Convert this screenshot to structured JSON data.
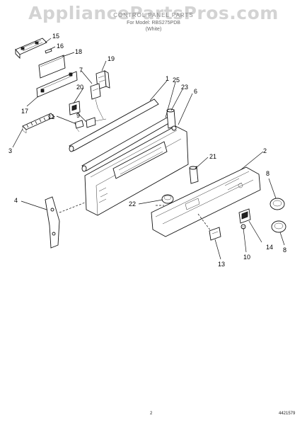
{
  "header": {
    "watermark": "AppliancePartsPros.com",
    "title": "CONTROL PANEL PARTS",
    "subtitle": "For Model: RBS275PDB",
    "variant": "(White)"
  },
  "callouts": [
    {
      "id": "c15",
      "label": "15"
    },
    {
      "id": "c16",
      "label": "16"
    },
    {
      "id": "c18",
      "label": "18"
    },
    {
      "id": "c19",
      "label": "19"
    },
    {
      "id": "c7",
      "label": "7"
    },
    {
      "id": "c1",
      "label": "1"
    },
    {
      "id": "c25",
      "label": "25"
    },
    {
      "id": "c23",
      "label": "23"
    },
    {
      "id": "c6",
      "label": "6"
    },
    {
      "id": "c20",
      "label": "20"
    },
    {
      "id": "c9",
      "label": "9"
    },
    {
      "id": "c17",
      "label": "17"
    },
    {
      "id": "c11",
      "label": "11"
    },
    {
      "id": "c3",
      "label": "3"
    },
    {
      "id": "c2",
      "label": "2"
    },
    {
      "id": "c21",
      "label": "21"
    },
    {
      "id": "c8a",
      "label": "8"
    },
    {
      "id": "c4",
      "label": "4"
    },
    {
      "id": "c22",
      "label": "22"
    },
    {
      "id": "c14",
      "label": "14"
    },
    {
      "id": "c8b",
      "label": "8"
    },
    {
      "id": "c10",
      "label": "10"
    },
    {
      "id": "c13",
      "label": "13"
    }
  ],
  "footer": {
    "page_number": "2",
    "part_number": "4421579"
  }
}
